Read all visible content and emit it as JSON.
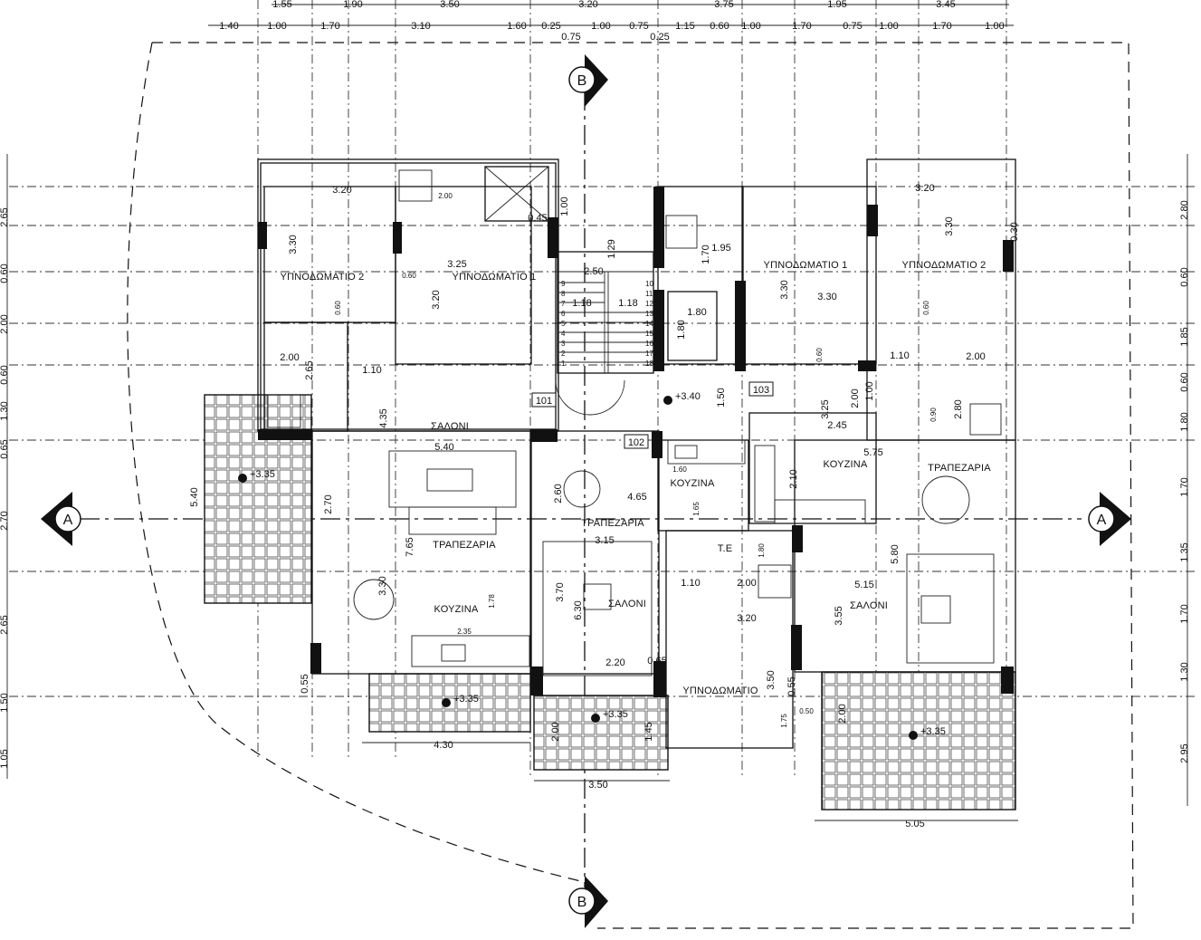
{
  "top_dims_row1": [
    "1.55",
    "1.90",
    "3.50",
    "3.20",
    "3.75",
    "1.95",
    "3.45"
  ],
  "top_dims_row2": [
    "1.40",
    "1.00",
    "1.70",
    "3.10",
    "1.60",
    "0.25",
    "1.00",
    "0.75",
    "1.15",
    "0.60",
    "1.00",
    "1.70",
    "0.75",
    "1.00",
    "1.70",
    "1.00"
  ],
  "top_dims_row3": [
    "0.75",
    "0.25"
  ],
  "left_dims": [
    "2.65",
    "0.60",
    "2.00",
    "0.60",
    "1.30",
    "0.65",
    "2.70",
    "2.65",
    "1.50",
    "1.05"
  ],
  "right_dims": [
    "2.80",
    "0.60",
    "1.85",
    "0.60",
    "1.80",
    "1.70",
    "1.35",
    "1.70",
    "1.30",
    "2.95"
  ],
  "sections": {
    "a": "A",
    "b": "B"
  },
  "rooms": {
    "w_bed2": "ΥΠΝΟΔΩΜΑΤΙΟ 2",
    "w_bed1": "ΥΠΝΟΔΩΜΑΤΙΟ 1",
    "w_salon": "ΣΑΛΟΝΙ",
    "w_dining": "ΤΡΑΠΕΖΑΡΙΑ",
    "w_kitchen": "ΚΟΥΖΙΝΑ",
    "c_dining": "ΤΡΑΠΕΖΑΡΙΑ",
    "c_kitchen": "ΚΟΥΖΙΝΑ",
    "c_salon": "ΣΑΛΟΝΙ",
    "c_te": "Τ.Ε",
    "c_bed": "ΥΠΝΟΔΩΜΑΤΙΟ",
    "e_bed1": "ΥΠΝΟΔΩΜΑΤΙΟ 1",
    "e_bed2": "ΥΠΝΟΔΩΜΑΤΙΟ 2",
    "e_kitchen": "ΚΟΥΖΙΝΑ",
    "e_dining": "ΤΡΑΠΕΖΑΡΙΑ",
    "e_salon": "ΣΑΛΟΝΙ"
  },
  "flats": {
    "f101": "101",
    "f102": "102",
    "f103": "103"
  },
  "levels": {
    "west": "+3.35",
    "landing": "+3.40",
    "wbal": "+3.35",
    "cbal": "+3.35",
    "ebal": "+3.35"
  },
  "interior_dims": {
    "d320a": "3.20",
    "d200a": "2.00",
    "d045": "0.45",
    "d100a": "1.00",
    "d325": "3.25",
    "d330a": "3.30",
    "d060a": "0.60",
    "d320b": "3.20",
    "d060b": "0.60",
    "d200b": "2.00",
    "d265": "2.65",
    "d110a": "1.10",
    "d435": "4.35",
    "d540a": "5.40",
    "d540b": "5.40",
    "d270": "2.70",
    "d765": "7.65",
    "d330b": "3.30",
    "d178": "1.78",
    "d235": "2.35",
    "d055a": "0.55",
    "d430": "4.30",
    "d129": "1.29",
    "d250": "2.50",
    "d118a": "1.18",
    "d118b": "1.18",
    "d180a": "1.80",
    "d180b": "1.80",
    "d150": "1.50",
    "d195": "1.95",
    "d170": "1.70",
    "d330c": "3.30",
    "d330d": "3.30",
    "d060c": "0.60",
    "d320c": "3.20",
    "d330e": "3.30",
    "d030": "0.30",
    "d060d": "0.60",
    "d110b": "1.10",
    "d200c": "2.00",
    "d100b": "1.00",
    "d090": "0.90",
    "d280": "2.80",
    "d325b": "3.25",
    "d200d": "2.00",
    "d245": "2.45",
    "d575": "5.75",
    "d160": "1.60",
    "d260": "2.60",
    "d465": "4.65",
    "d165": "1.65",
    "d210": "2.10",
    "d315": "3.15",
    "d370": "3.70",
    "d630": "6.30",
    "d110c": "1.10",
    "d200e": "2.00",
    "d180c": "1.80",
    "d320d": "3.20",
    "d220": "2.20",
    "d065": "0.65",
    "d145": "1.45",
    "d200f": "2.00",
    "d350a": "3.50",
    "d350b": "3.50",
    "d055b": "0.55",
    "d175": "1.75",
    "d050": "0.50",
    "d515": "5.15",
    "d580": "5.80",
    "d355": "3.55",
    "d200g": "2.00",
    "d505": "5.05"
  },
  "stair_numbers": [
    "9",
    "8",
    "7",
    "6",
    "5",
    "4",
    "3",
    "2",
    "1",
    "10",
    "11",
    "12",
    "13",
    "14",
    "15",
    "16",
    "17",
    "18"
  ]
}
